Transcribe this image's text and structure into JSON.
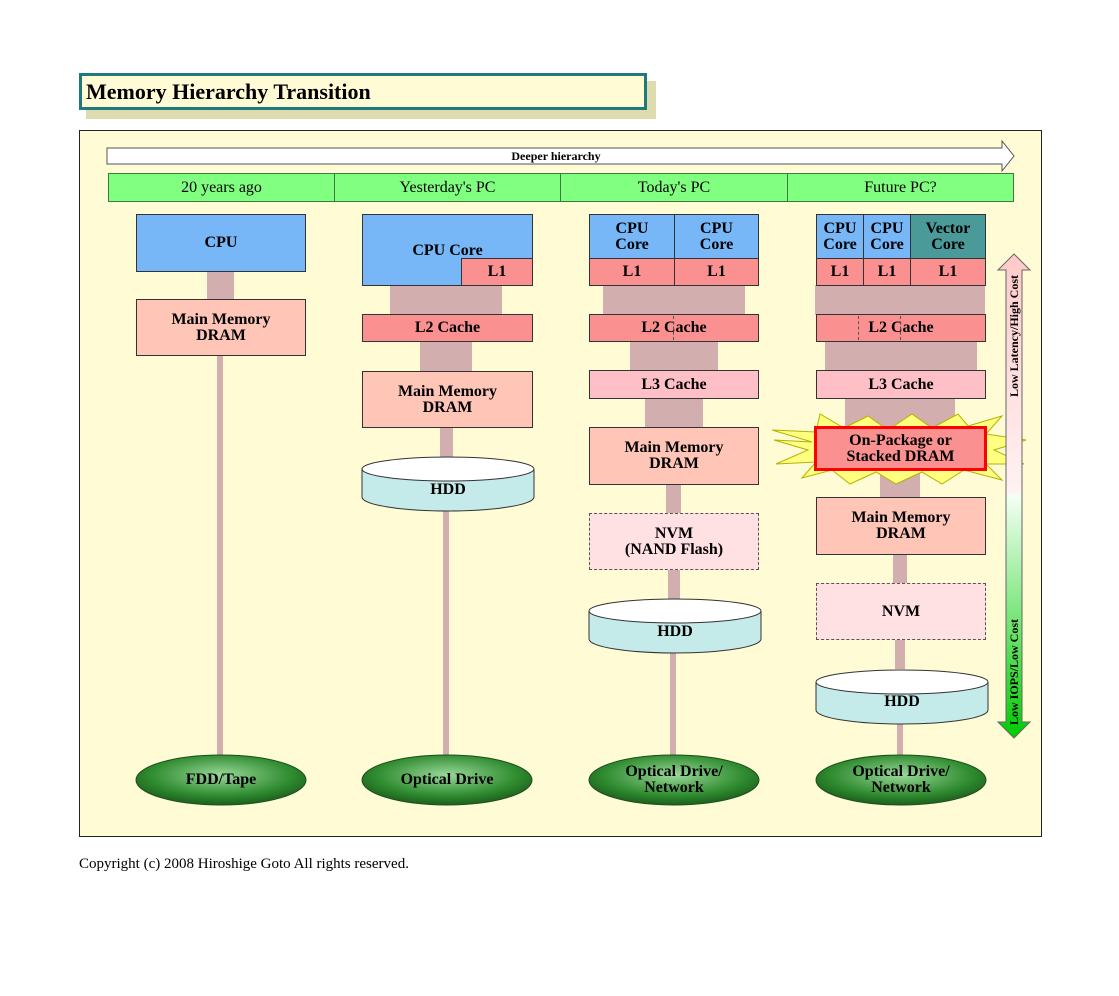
{
  "title": "Memory Hierarchy Transition",
  "arrow_label": "Deeper hierarchy",
  "columns": [
    "20 years ago",
    "Yesterday's PC",
    "Today's PC",
    "Future PC?"
  ],
  "col1": {
    "cpu": "CPU",
    "mem": "Main Memory\nDRAM",
    "storage": "FDD/Tape"
  },
  "col2": {
    "cpu": "CPU Core",
    "l1": "L1",
    "l2": "L2 Cache",
    "mem": "Main Memory\nDRAM",
    "hdd": "HDD",
    "storage": "Optical Drive"
  },
  "col3": {
    "core1": "CPU\nCore",
    "core2": "CPU\nCore",
    "l1a": "L1",
    "l1b": "L1",
    "l2": "L2 Cache",
    "l3": "L3 Cache",
    "mem": "Main Memory\nDRAM",
    "nvm": "NVM\n(NAND Flash)",
    "hdd": "HDD",
    "storage": "Optical Drive/\nNetwork"
  },
  "col4": {
    "core1": "CPU\nCore",
    "core2": "CPU\nCore",
    "vector": "Vector\nCore",
    "l1a": "L1",
    "l1b": "L1",
    "l1c": "L1",
    "l2": "L2 Cache",
    "l3": "L3 Cache",
    "pkg": "On-Package or\nStacked DRAM",
    "mem": "Main Memory\nDRAM",
    "nvm": "NVM",
    "hdd": "HDD",
    "storage": "Optical Drive/\nNetwork"
  },
  "side_top": "Low Latency/High Cost",
  "side_bottom": "Low IOPS/Low Cost",
  "copyright": "Copyright (c) 2008 Hiroshige Goto All rights reserved.",
  "colors": {
    "cpu": "#77b7f7",
    "l1": "#fa9090",
    "l3": "#ffbfc6",
    "dram": "#ffc6b8",
    "nvm": "#ffe0e3",
    "header": "#80ff80",
    "panel": "#fffbd5",
    "hdd": "#c5eaea",
    "storage": "#2f8f2f",
    "highlight": "#ff0000"
  }
}
